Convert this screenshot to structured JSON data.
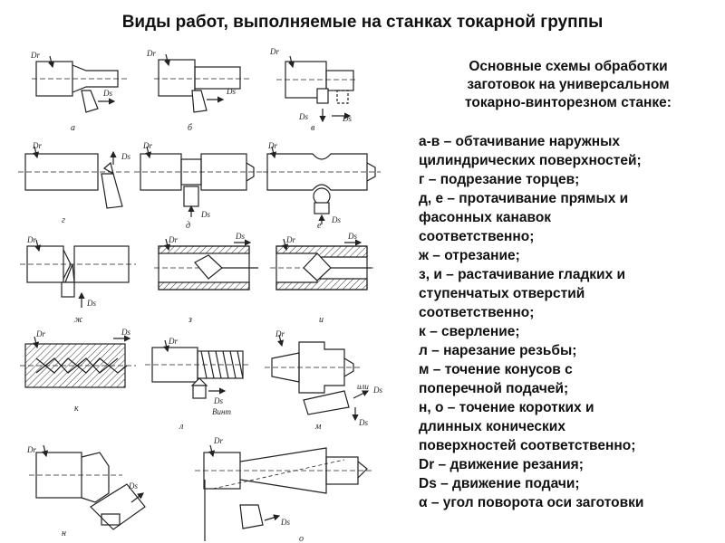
{
  "title": "Виды работ, выполняемые на станках токарной группы",
  "side_title": [
    "Основные схемы обработки",
    "заготовок на универсальном",
    "токарно-винторезном станке:"
  ],
  "descriptions": [
    "а-в – обтачивание наружных",
    "цилиндрических поверхностей;",
    "г – подрезание торцев;",
    "д, е – протачивание прямых и",
    "фасонных канавок",
    "соответственно;",
    "ж – отрезание;",
    "з, и – растачивание гладких и",
    "ступенчатых отверстий",
    "соответственно;",
    "к – сверление;",
    "л – нарезание резьбы;",
    "м – точение конусов с",
    "поперечной подачей;",
    "н, о – точение коротких и",
    "длинных конических",
    "поверхностей соответственно;",
    "Dr – движение резания;",
    "Ds – движение подачи;",
    "α – угол поворота оси заготовки"
  ],
  "diagram_labels": {
    "a": "а",
    "b": "б",
    "v": "в",
    "g": "г",
    "d": "д",
    "e": "е",
    "zh": "ж",
    "z": "з",
    "i": "и",
    "k": "к",
    "l": "л",
    "m": "м",
    "n": "н",
    "o": "о"
  },
  "motion_labels": {
    "dr": "Dr",
    "ds": "Ds",
    "vint": "Винт",
    "ili": "или"
  }
}
